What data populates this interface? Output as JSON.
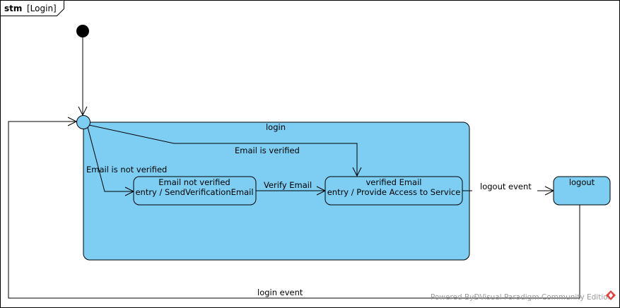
{
  "frame": {
    "keyword": "stm",
    "name": "[Login]"
  },
  "colors": {
    "state_fill": "#7ecef4",
    "stroke": "#000000",
    "watermark": "#9a9a9a",
    "logo": "#e0403a"
  },
  "states": {
    "login": {
      "name": "login"
    },
    "email_not_verified": {
      "name": "Email not verified",
      "entry": "entry / SendVerificationEmail"
    },
    "verified_email": {
      "name": "verified Email",
      "entry": "entry / Provide Access to Service"
    },
    "logout": {
      "name": "logout"
    }
  },
  "transitions": {
    "email_is_verified": "Email is verified",
    "email_is_not_verified": "Email is not verified",
    "verify_email": "Verify Email",
    "logout_event": "logout event",
    "login_event": "login event"
  },
  "watermark": {
    "text": "Powered ByĐVisual Paradigm Community Edition",
    "logo_icon": "visual-paradigm-logo-icon"
  }
}
